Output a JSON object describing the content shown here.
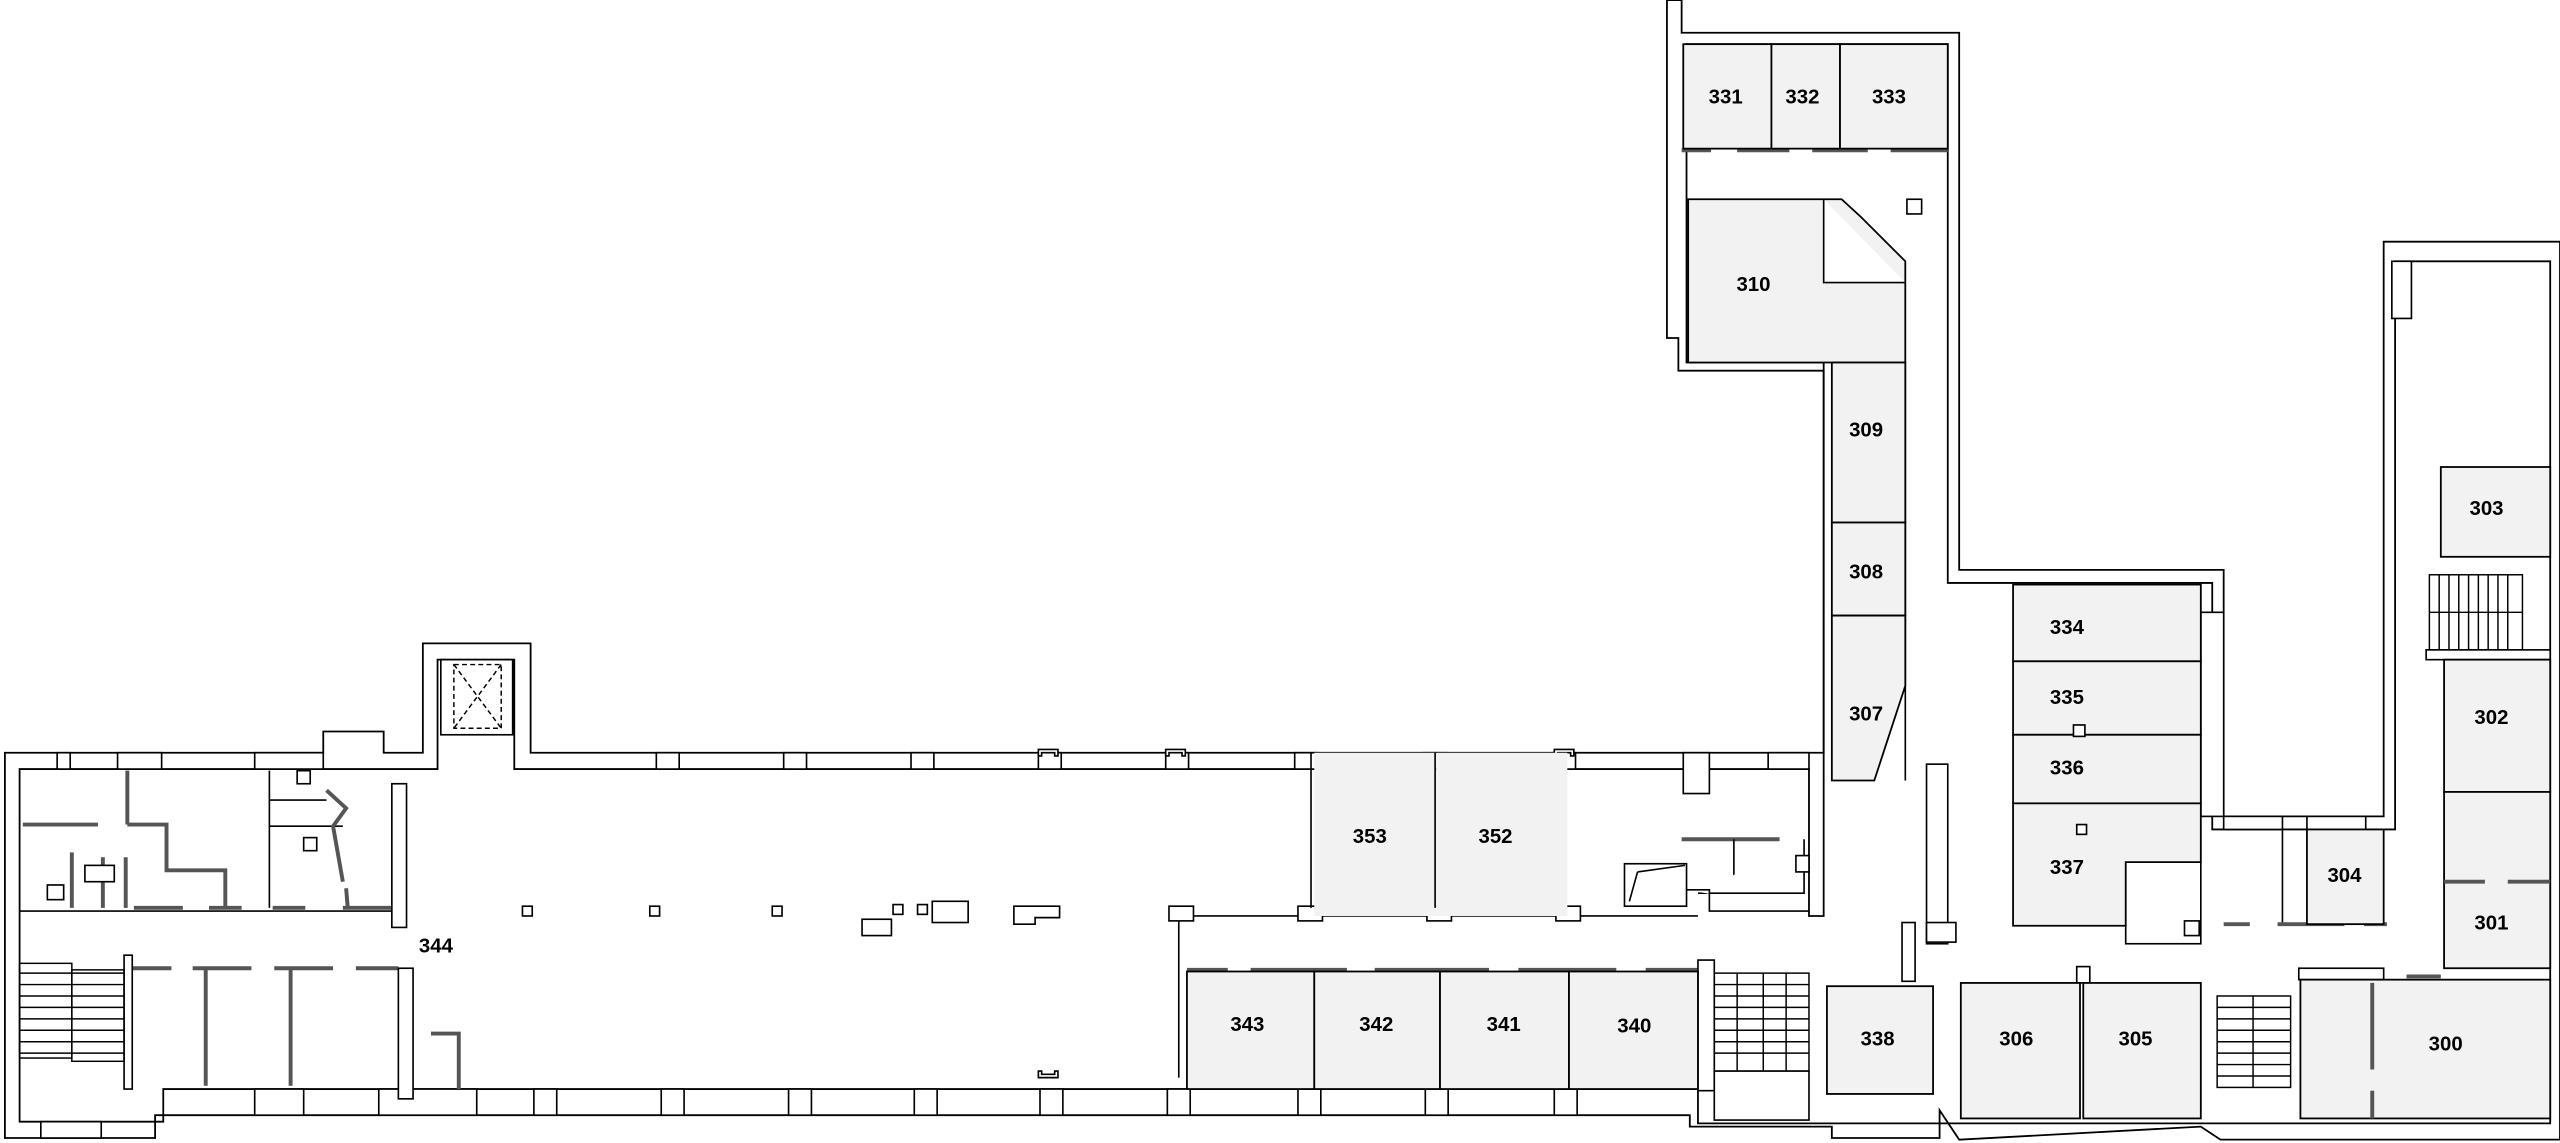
{
  "floor_plan": {
    "rooms": {
      "r300": "300",
      "r301": "301",
      "r302": "302",
      "r303": "303",
      "r304": "304",
      "r305": "305",
      "r306": "306",
      "r307": "307",
      "r308": "308",
      "r309": "309",
      "r310": "310",
      "r331": "331",
      "r332": "332",
      "r333": "333",
      "r334": "334",
      "r335": "335",
      "r336": "336",
      "r337": "337",
      "r338": "338",
      "r340": "340",
      "r341": "341",
      "r342": "342",
      "r343": "343",
      "r344": "344",
      "r352": "352",
      "r353": "353"
    }
  },
  "colors": {
    "room_fill": "#f2f2f2",
    "wall": "#000000",
    "partition": "#555555",
    "background": "#ffffff"
  }
}
